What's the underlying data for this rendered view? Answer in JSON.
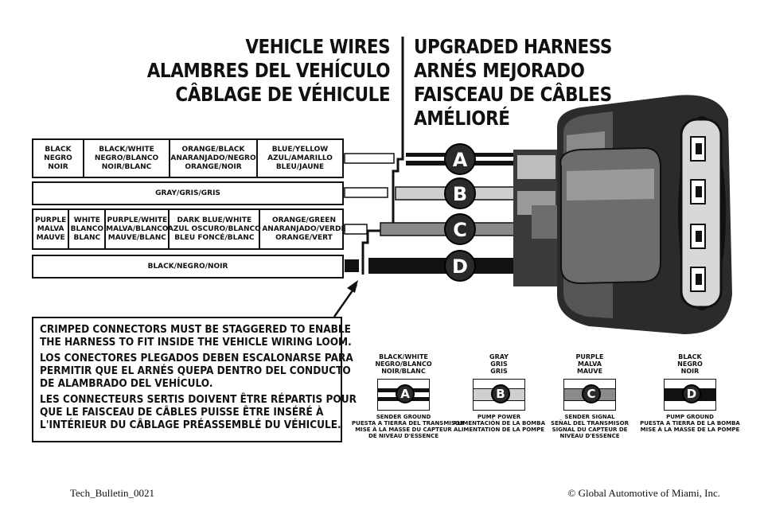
{
  "header": {
    "vehicle_wires": [
      "VEHICLE WIRES",
      "ALAMBRES DEL VEHÍCULO",
      "CÂBLAGE DE VÉHICULE"
    ],
    "upgraded_harness": [
      "UPGRADED HARNESS",
      "ARNÉS MEJORADO",
      "FAISCEAU DE CÂBLES",
      "AMÉLIORÉ"
    ]
  },
  "vehicle_wires": {
    "row_a": [
      [
        "BLACK",
        "NEGRO",
        "NOIR"
      ],
      [
        "BLACK/WHITE",
        "NEGRO/BLANCO",
        "NOIR/BLANC"
      ],
      [
        "ORANGE/BLACK",
        "ANARANJADO/NEGRO",
        "ORANGE/NOIR"
      ],
      [
        "BLUE/YELLOW",
        "AZUL/AMARILLO",
        "BLEU/JAUNE"
      ]
    ],
    "row_b": [
      "GRAY/GRIS/GRIS"
    ],
    "row_c": [
      [
        "PURPLE",
        "MALVA",
        "MAUVE"
      ],
      [
        "WHITE",
        "BLANCO",
        "BLANC"
      ],
      [
        "PURPLE/WHITE",
        "MALVA/BLANCO",
        "MAUVE/BLANC"
      ],
      [
        "DARK BLUE/WHITE",
        "AZUL OSCURO/BLANCO",
        "BLEU FONCÉ/BLANC"
      ],
      [
        "ORANGE/GREEN",
        "ANARANJADO/VERDE",
        "ORANGE/VERT"
      ]
    ],
    "row_d": [
      "BLACK/NEGRO/NOIR"
    ]
  },
  "harness_labels": [
    "A",
    "B",
    "C",
    "D"
  ],
  "note": [
    [
      "CRIMPED CONNECTORS MUST BE STAGGERED TO ENABLE",
      "THE HARNESS TO FIT INSIDE THE VEHICLE WIRING LOOM."
    ],
    [
      "LOS CONECTORES PLEGADOS DEBEN ESCALONARSE PARA",
      "PERMITIR QUE EL ARNÉS QUEPA DENTRO DEL CONDUCTO",
      "DE ALAMBRADO DEL VEHÍCULO."
    ],
    [
      "LES CONNECTEURS SERTIS DOIVENT ÊTRE RÉPARTIS POUR",
      "QUE LE FAISCEAU DE CÂBLES PUISSE ÊTRE INSÉRÉ À",
      "L'INTÉRIEUR DU CÂBLAGE PRÉASSEMBLÉ DU VÉHICULE."
    ]
  ],
  "legend": [
    {
      "letter": "A",
      "color_lines": [
        "BLACK/WHITE",
        "NEGRO/BLANCO",
        "NOIR/BLANC"
      ],
      "function_lines": [
        "SENDER GROUND",
        "PUESTA A TIERRA DEL TRANSMISOR",
        "MISE À LA MASSE DU CAPTEUR",
        "DE NIVEAU D'ESSENCE"
      ],
      "wire_color": "#111111",
      "stripe_color": "#ffffff"
    },
    {
      "letter": "B",
      "color_lines": [
        "GRAY",
        "GRIS",
        "GRIS"
      ],
      "function_lines": [
        "PUMP POWER",
        "ALIMENTACIÓN DE LA BOMBA",
        "ALIMENTATION DE LA POMPE"
      ],
      "wire_color": "#cfcfcf",
      "stripe_color": "#cfcfcf"
    },
    {
      "letter": "C",
      "color_lines": [
        "PURPLE",
        "MALVA",
        "MAUVE"
      ],
      "function_lines": [
        "SENDER SIGNAL",
        "SEÑAL DEL TRANSMISOR",
        "SIGNAL DU CAPTEUR DE",
        "NIVEAU D'ESSENCE"
      ],
      "wire_color": "#8a8a8a",
      "stripe_color": "#8a8a8a"
    },
    {
      "letter": "D",
      "color_lines": [
        "BLACK",
        "NEGRO",
        "NOIR"
      ],
      "function_lines": [
        "PUMP GROUND",
        "PUESTA A TIERRA DE LA BOMBA",
        "MISE À LA MASSE DE LA POMPE"
      ],
      "wire_color": "#111111",
      "stripe_color": "#111111"
    }
  ],
  "footer": {
    "left": "Tech_Bulletin_0021",
    "right": "© Global Automotive of Miami, Inc."
  },
  "colors": {
    "ink": "#111111",
    "connector_dark": "#2b2b2b",
    "connector_mid": "#6d6d6d",
    "connector_light": "#bdbdbd"
  }
}
